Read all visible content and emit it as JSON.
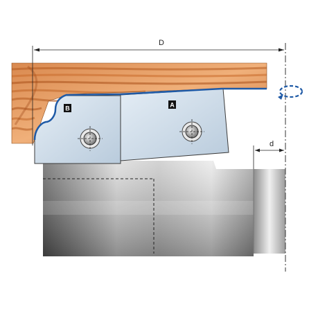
{
  "labels": {
    "dimension_D": "D",
    "dimension_d": "d",
    "insert_a": "A",
    "insert_b": "B"
  },
  "colors": {
    "wood_light": "#e9a46b",
    "wood_dark": "#b85c22",
    "steel_light": "#e6e6e6",
    "steel_dark": "#4a4a4a",
    "insert_fill": "#cfdde9",
    "profile_line": "#1f5aa6",
    "rotation_arrow": "#1f5aa6"
  },
  "icons": {
    "rotation": "rotation-arrow-icon",
    "screw": "screw-icon"
  }
}
